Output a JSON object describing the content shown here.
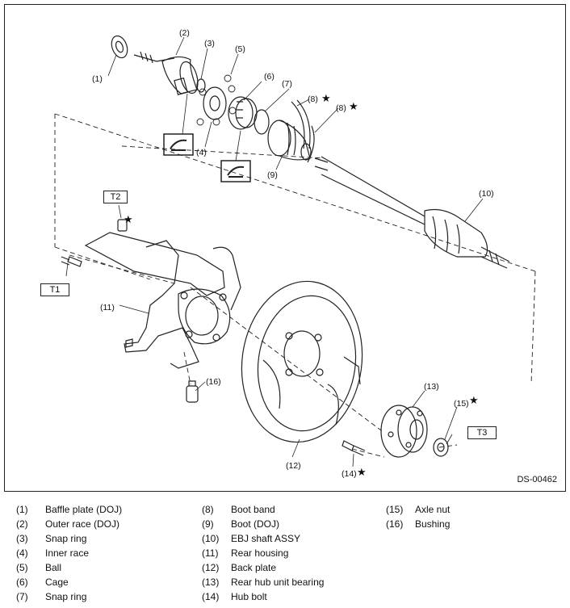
{
  "callouts": {
    "c1": "(1)",
    "c2": "(2)",
    "c3": "(3)",
    "c4": "(4)",
    "c5": "(5)",
    "c6": "(6)",
    "c7": "(7)",
    "c8a": "(8)",
    "c8b": "(8)",
    "c9": "(9)",
    "c10": "(10)",
    "c11": "(11)",
    "c12": "(12)",
    "c13": "(13)",
    "c14": "(14)",
    "c15": "(15)",
    "c16": "(16)"
  },
  "star": "★",
  "torque_codes": {
    "t1": "T1",
    "t2": "T2",
    "t3": "T3"
  },
  "drawing_code": "DS-00462",
  "legend": [
    {
      "num": "(1)",
      "text": "Baffle plate (DOJ)"
    },
    {
      "num": "(2)",
      "text": "Outer race (DOJ)"
    },
    {
      "num": "(3)",
      "text": "Snap ring"
    },
    {
      "num": "(4)",
      "text": "Inner race"
    },
    {
      "num": "(5)",
      "text": "Ball"
    },
    {
      "num": "(6)",
      "text": "Cage"
    },
    {
      "num": "(7)",
      "text": "Snap ring"
    },
    {
      "num": "(8)",
      "text": "Boot band"
    },
    {
      "num": "(9)",
      "text": "Boot (DOJ)"
    },
    {
      "num": "(10)",
      "text": "EBJ shaft ASSY"
    },
    {
      "num": "(11)",
      "text": "Rear housing"
    },
    {
      "num": "(12)",
      "text": "Back plate"
    },
    {
      "num": "(13)",
      "text": "Rear hub unit bearing"
    },
    {
      "num": "(14)",
      "text": "Hub bolt"
    },
    {
      "num": "(15)",
      "text": "Axle nut"
    },
    {
      "num": "(16)",
      "text": "Bushing"
    }
  ]
}
